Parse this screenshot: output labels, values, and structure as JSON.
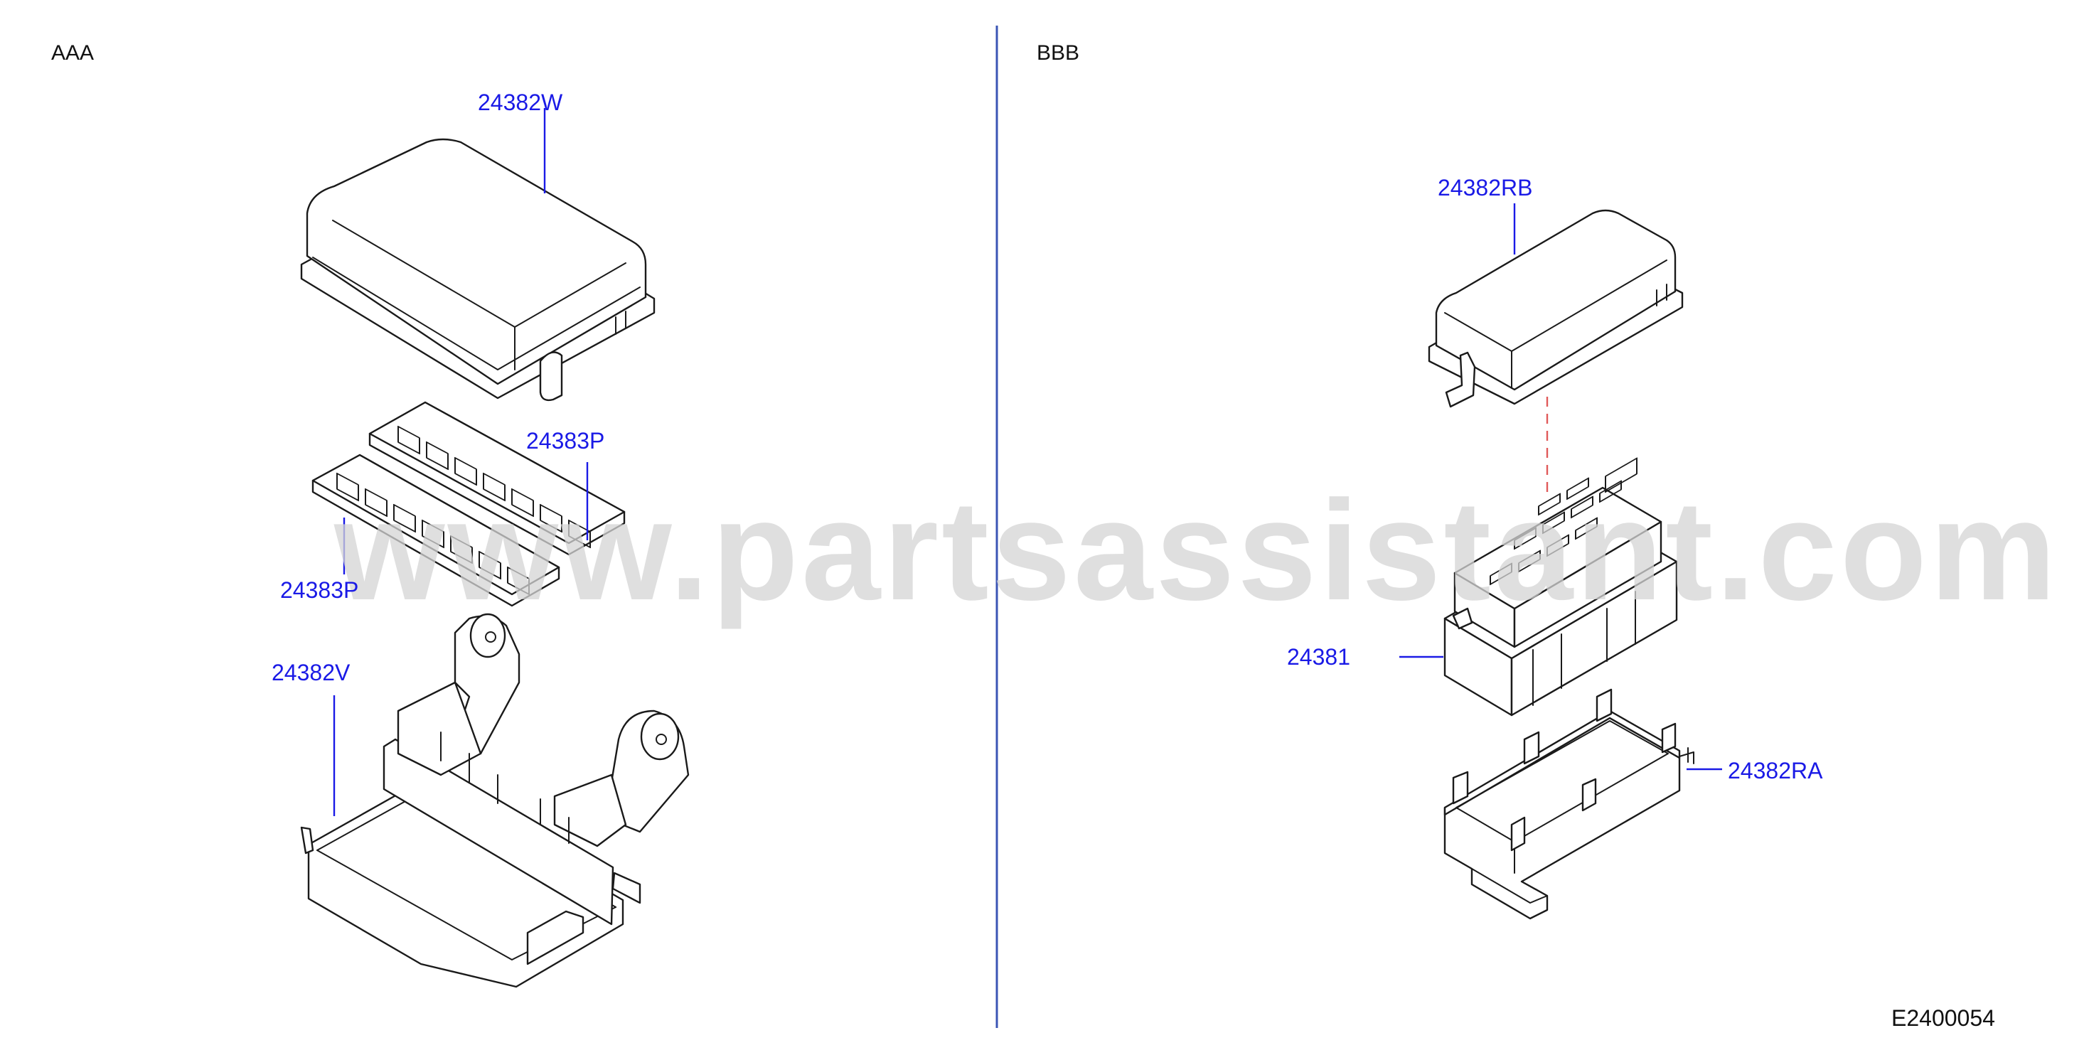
{
  "sections": {
    "left_label": "AAA",
    "right_label": "BBB"
  },
  "parts": {
    "p_24382W": "24382W",
    "p_24383P_top": "24383P",
    "p_24383P_bottom": "24383P",
    "p_24382V": "24382V",
    "p_24382RB": "24382RB",
    "p_24381": "24381",
    "p_24382RA": "24382RA"
  },
  "diagram_code": "E2400054",
  "watermark": "www.partsassistant.com",
  "colors": {
    "label_blue": "#1a1ae6",
    "divider_blue": "#3b55b5",
    "dash_red": "#e05a5a",
    "line_black": "#1a1a1a"
  }
}
